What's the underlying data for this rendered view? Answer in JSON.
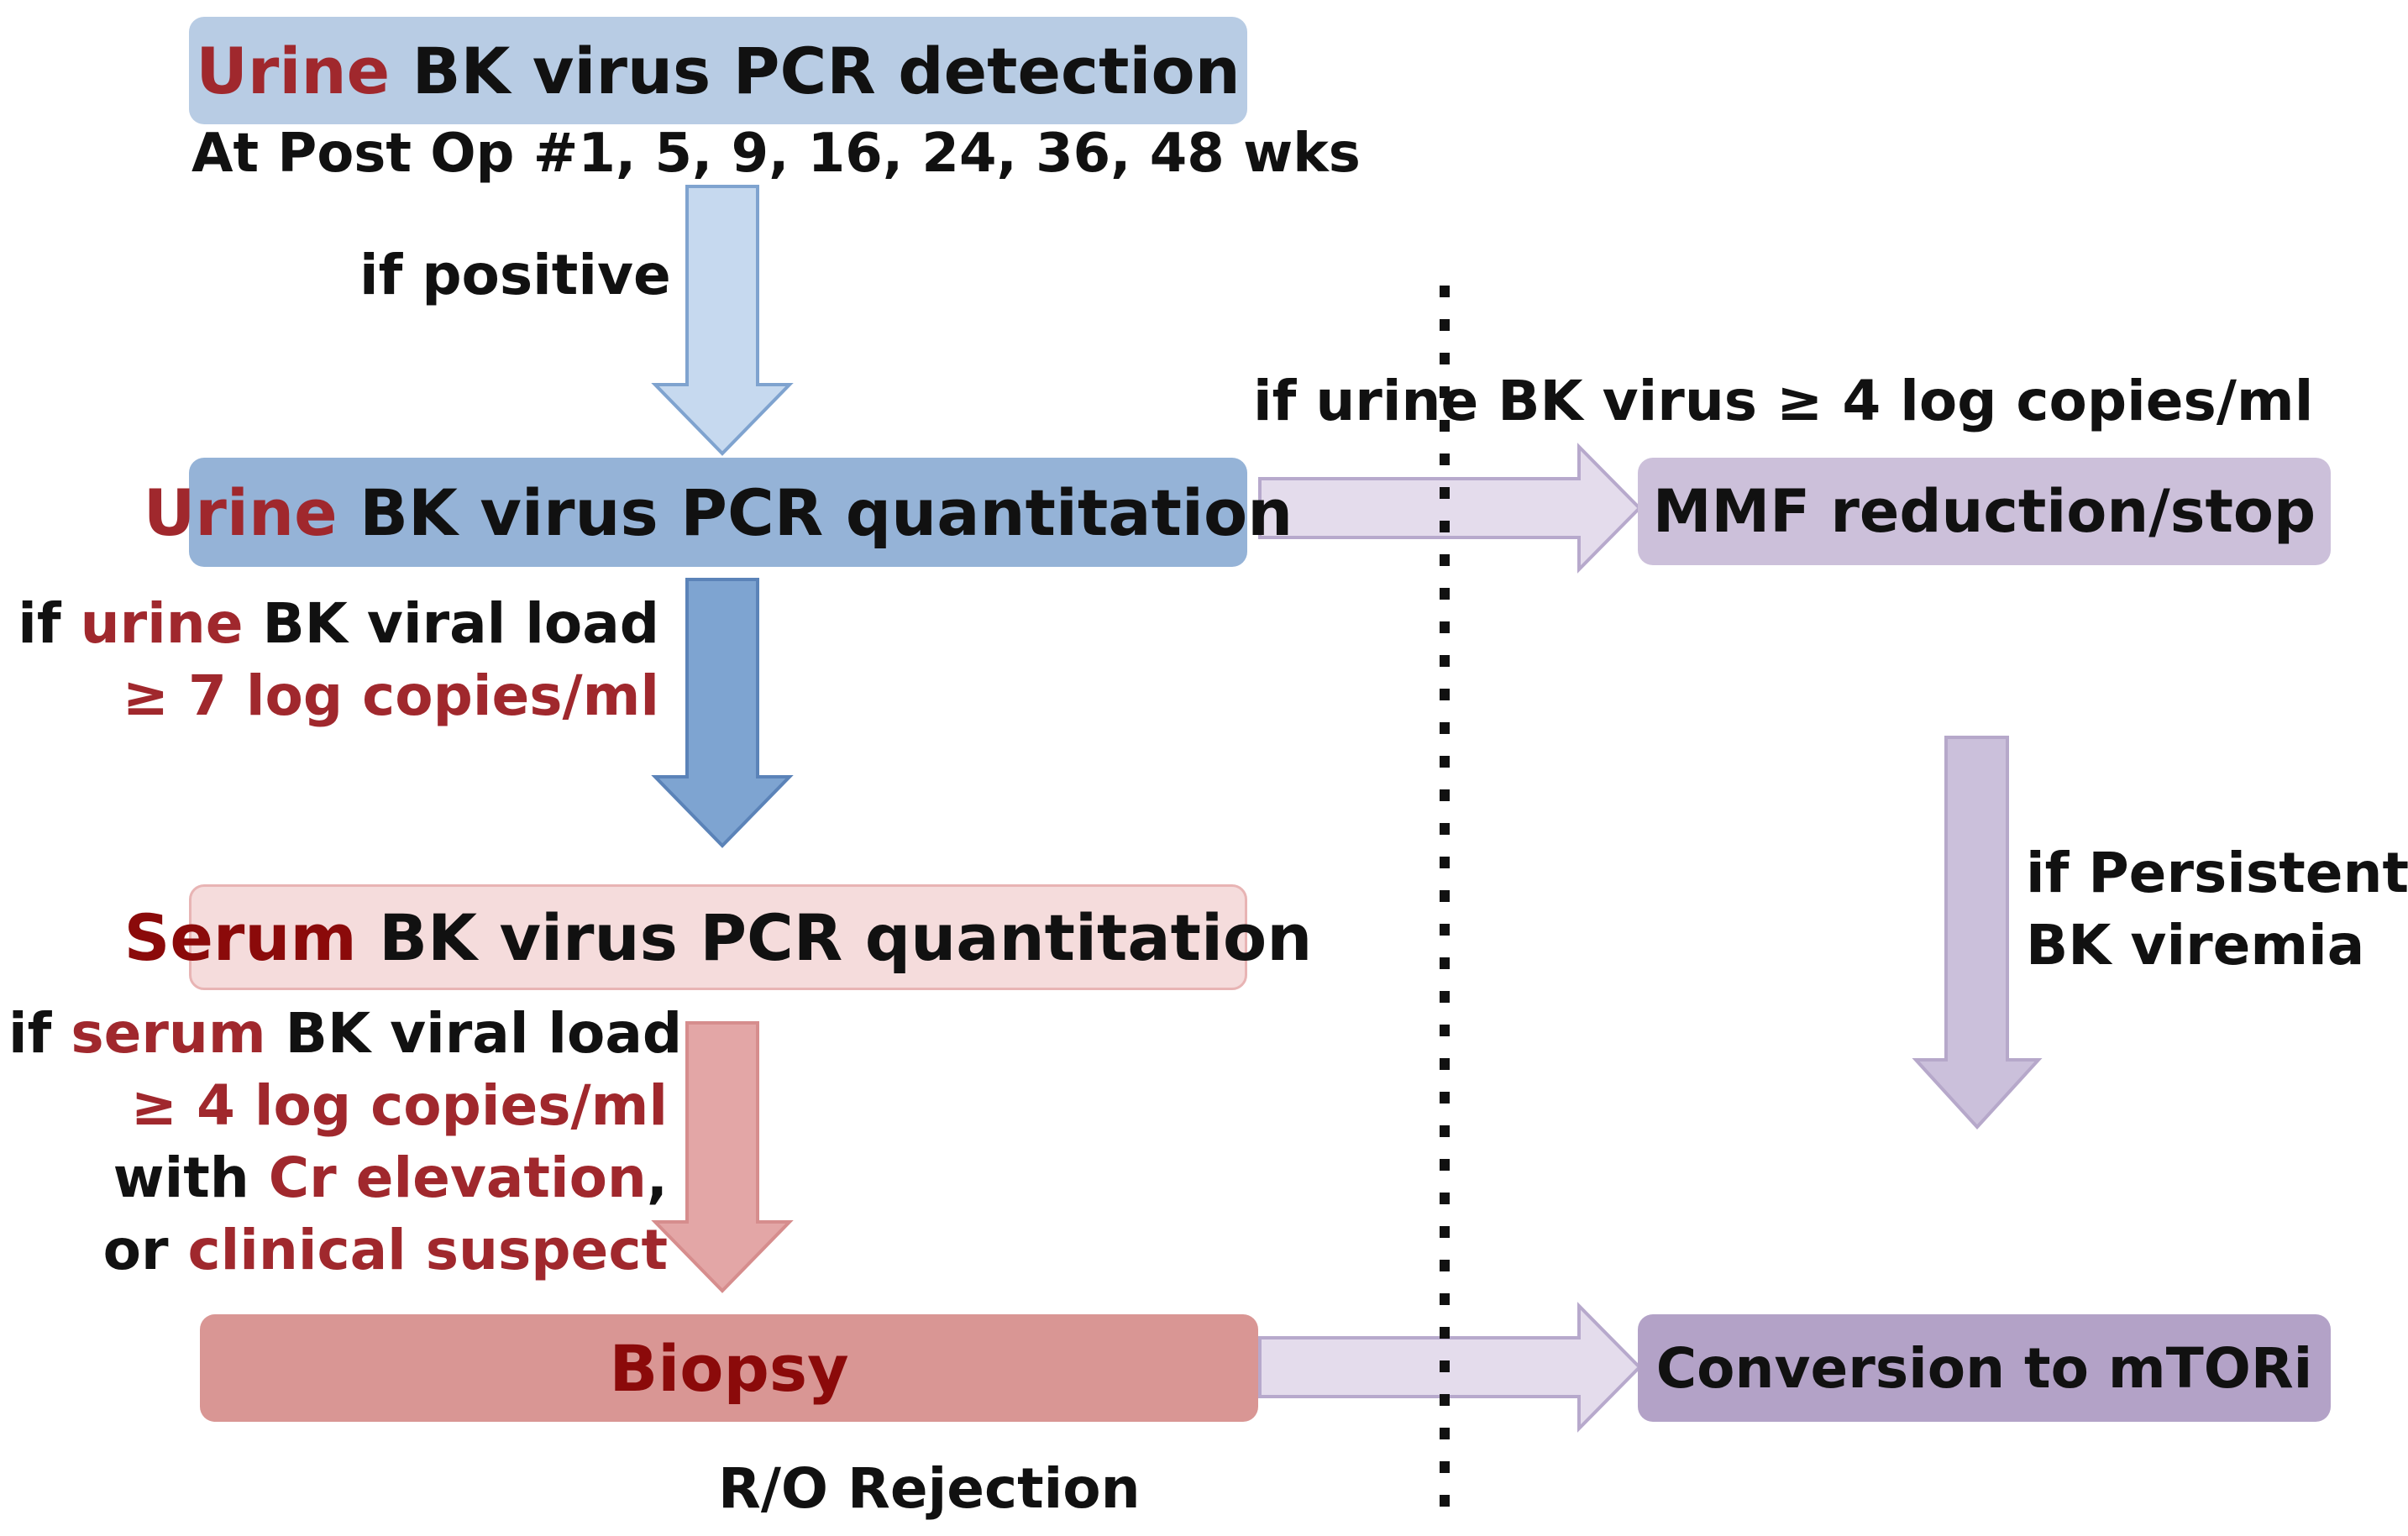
{
  "boxes": {
    "urine_detection": {
      "colored": "Urine",
      "rest": " BK virus PCR detection"
    },
    "urine_quantitation": {
      "colored": "Urine",
      "rest": " BK virus PCR quantitation"
    },
    "serum_quantitation": {
      "colored": "Serum",
      "rest": " BK virus PCR quantitation"
    },
    "biopsy": "Biopsy",
    "mmf": "MMF reduction/stop",
    "mtori": "Conversion to mTORi"
  },
  "labels": {
    "schedule": "At Post Op #1, 5, 9, 16, 24, 36, 48 wks",
    "if_positive": "if positive",
    "urine_threshold": "if urine BK virus ≥ 4 log copies/ml",
    "urine_load": {
      "pre": "if ",
      "colored": "urine",
      "post": " BK viral load",
      "line2": "≥ 7 log copies/ml"
    },
    "serum_load": {
      "pre": "if ",
      "colored": "serum",
      "post": " BK viral load",
      "line2": "≥ 4 log copies/ml",
      "line3_pre": "with ",
      "line3_colored": "Cr elevation",
      "line3_post": ",",
      "line4_pre": "or ",
      "line4_colored": "clinical suspect"
    },
    "persistent": {
      "line1": "if Persistent",
      "line2": "BK viremia"
    },
    "rejection": "R/O Rejection"
  },
  "colors": {
    "accent_red": "#a0282d",
    "biopsy_text": "#8b0a0a",
    "detection_box": "#b8cce4",
    "quantitation_box": "#95b3d7",
    "serum_box": "#f5dcdc",
    "biopsy_box": "#d99694",
    "purple_box": "#ccc0da",
    "lavender_box": "#b3a2c7"
  }
}
